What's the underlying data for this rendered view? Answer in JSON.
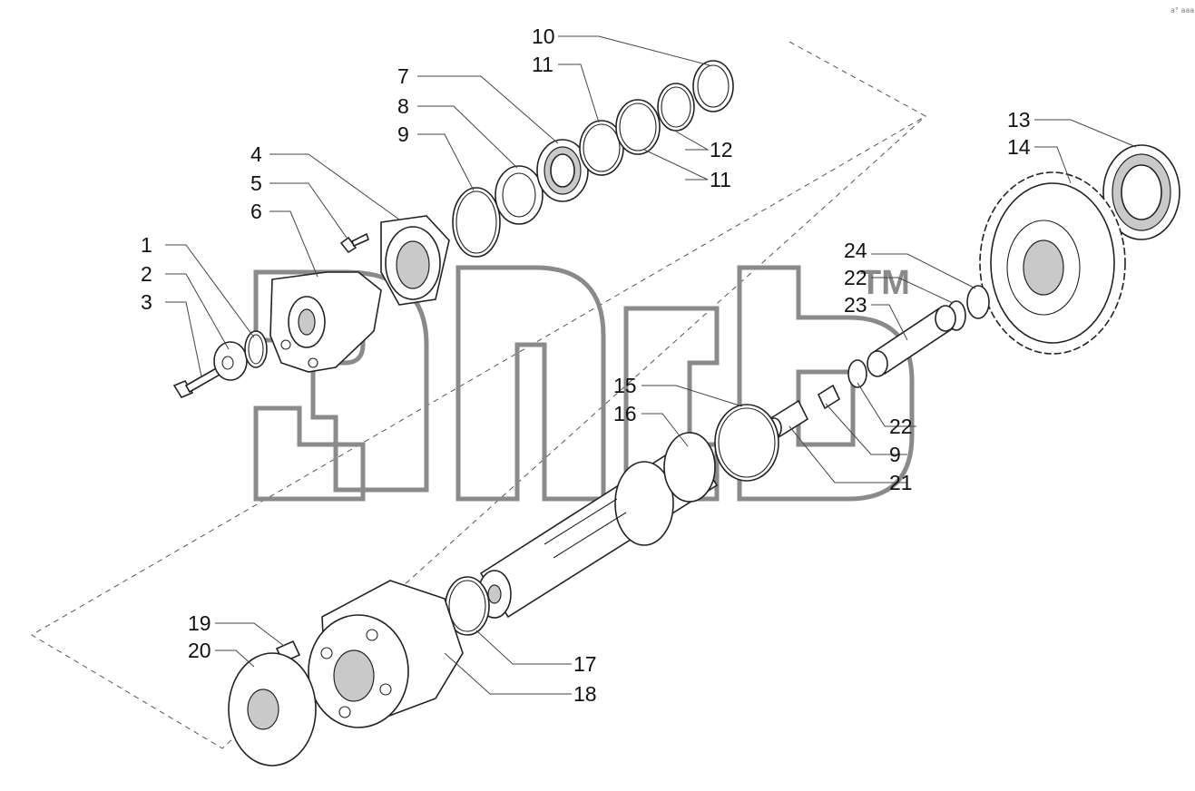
{
  "labels": {
    "l1": "1",
    "l2": "2",
    "l3": "3",
    "l4": "4",
    "l5": "5",
    "l6": "6",
    "l7": "7",
    "l8": "8",
    "l9a": "9",
    "l10": "10",
    "l11a": "11",
    "l11b": "11",
    "l12": "12",
    "l13": "13",
    "l14": "14",
    "l15": "15",
    "l16": "16",
    "l17": "17",
    "l18": "18",
    "l19": "19",
    "l20": "20",
    "l21": "21",
    "l22a": "22",
    "l22b": "22",
    "l23": "23",
    "l24": "24",
    "l9b": "9"
  },
  "watermark": {
    "tm": "TM"
  },
  "corner_mark": "a° aaa"
}
